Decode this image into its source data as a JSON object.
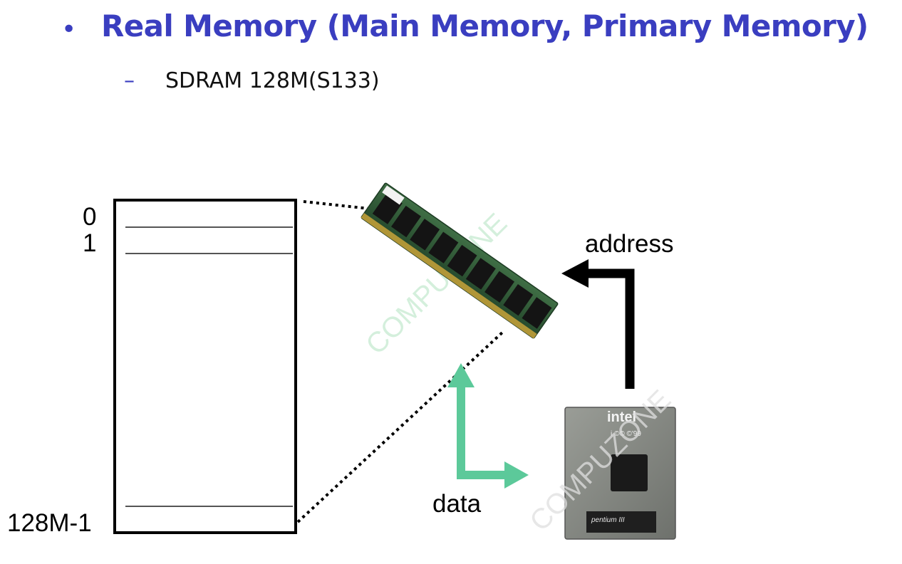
{
  "slide": {
    "bullet": "•",
    "heading": "Real Memory (Main Memory, Primary Memory)",
    "sub_dash": "–",
    "sub_item": "SDRAM 128M(S133)"
  },
  "memory_map": {
    "addresses": [
      "0",
      "1",
      "128M-1"
    ]
  },
  "diagram": {
    "address_label": "address",
    "data_label": "data",
    "cpu_brand": "intel",
    "cpu_marking": "i ©© ©'99",
    "cpu_model": "pentium III",
    "watermark": "COMPUZONE"
  },
  "colors": {
    "heading": "#3a3ec0",
    "data_arrow": "#5cc99a",
    "address_arrow": "#000000"
  }
}
